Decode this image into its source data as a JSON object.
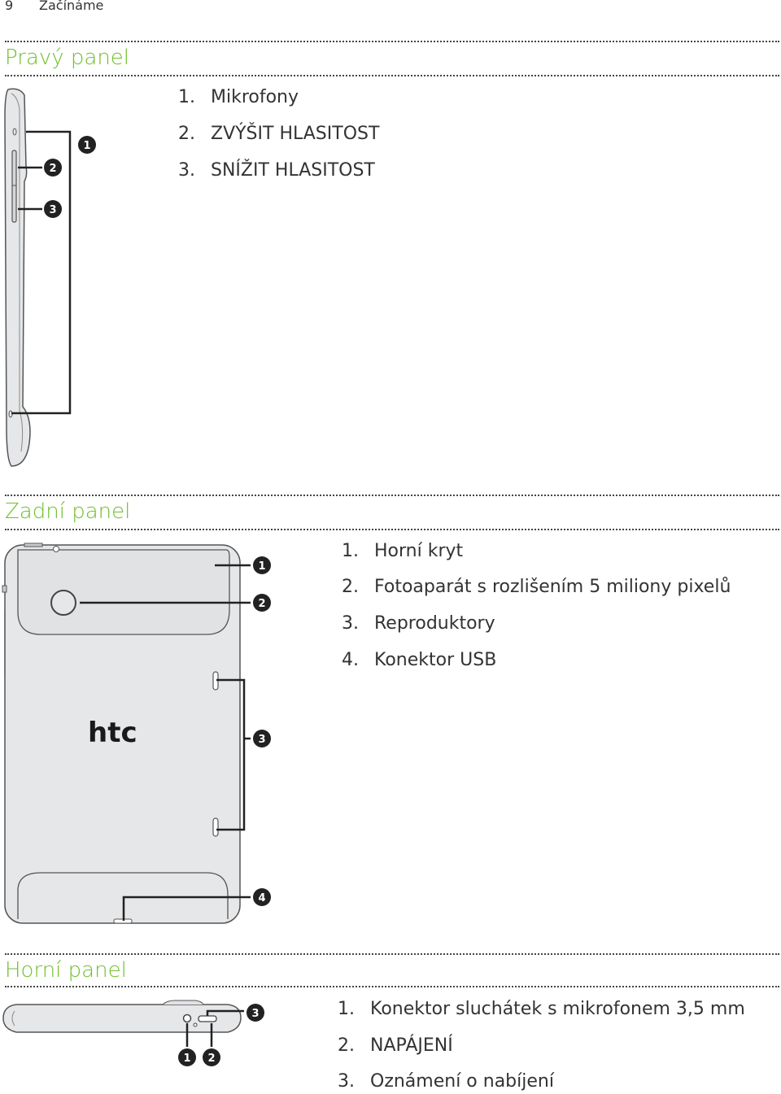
{
  "header": {
    "page_number": "9",
    "chapter": "Začínáme"
  },
  "sections": {
    "right": {
      "title": "Pravý panel",
      "items": [
        {
          "num": "1.",
          "label": "Mikrofony"
        },
        {
          "num": "2.",
          "label": "ZVÝŠIT HLASITOST"
        },
        {
          "num": "3.",
          "label": "SNÍŽIT HLASITOST"
        }
      ],
      "callouts": [
        "1",
        "2",
        "3"
      ]
    },
    "back": {
      "title": "Zadní panel",
      "items": [
        {
          "num": "1.",
          "label": "Horní kryt"
        },
        {
          "num": "2.",
          "label": "Fotoaparát s rozlišením 5 miliony pixelů"
        },
        {
          "num": "3.",
          "label": "Reproduktory"
        },
        {
          "num": "4.",
          "label": "Konektor USB"
        }
      ],
      "callouts": [
        "1",
        "2",
        "3",
        "4"
      ],
      "logo": "htc"
    },
    "top": {
      "title": "Horní panel",
      "items": [
        {
          "num": "1.",
          "label": "Konektor sluchátek s mikrofonem 3,5 mm"
        },
        {
          "num": "2.",
          "label": "NAPÁJENÍ"
        },
        {
          "num": "3.",
          "label": "Oznámení o nabíjení"
        }
      ],
      "callouts": [
        "1",
        "2",
        "3"
      ]
    }
  }
}
